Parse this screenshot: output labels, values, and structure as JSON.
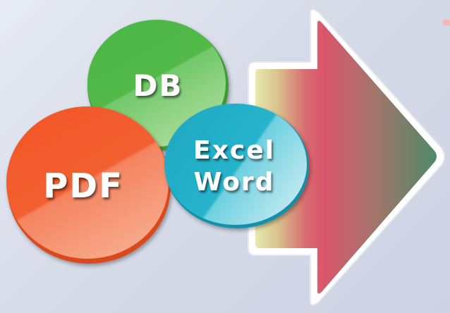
{
  "labels": {
    "db": "DB",
    "pdf": "PDF",
    "excel": "Excel",
    "word": "Word"
  },
  "colors": {
    "db_circle": "#4fb848",
    "pdf_circle": "#f25a2b",
    "excel_word_circle": "#25b3cc",
    "arrow_start": "#e7e6a8",
    "arrow_mid": "#d9566a",
    "arrow_end": "#4e8a66",
    "background": "#d6dbe8"
  }
}
